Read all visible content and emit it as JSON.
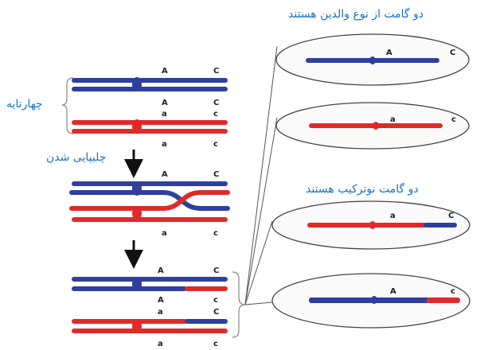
{
  "labels": {
    "parental": "دو گامت از نوع والدین هستند",
    "recombinant": "دو گامت نوترکیب هستند",
    "tetrad": "چهارتایه",
    "crossing_over": "چلیپایی شدن"
  },
  "alleles": {
    "A_upper": "A",
    "C_upper": "C",
    "a_lower": "a",
    "c_lower": "c"
  },
  "colors": {
    "blue": "#2e3f9e",
    "red": "#e02a2a",
    "label": "#1a74c2",
    "outline": "#444444"
  }
}
